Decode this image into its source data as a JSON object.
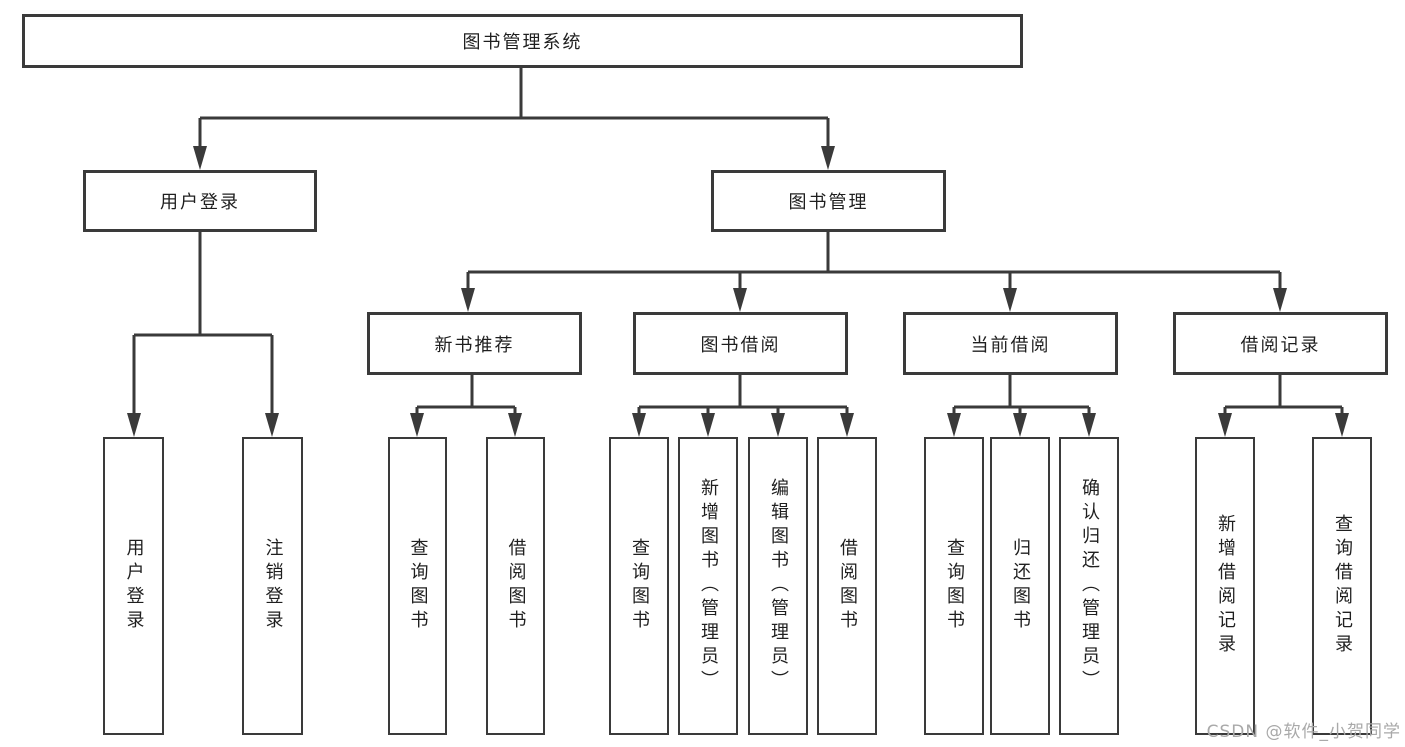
{
  "nodes": {
    "root": {
      "label": "图书管理系统"
    },
    "level2": [
      {
        "label": "用户登录"
      },
      {
        "label": "图书管理"
      }
    ],
    "level3": [
      {
        "label": "新书推荐"
      },
      {
        "label": "图书借阅"
      },
      {
        "label": "当前借阅"
      },
      {
        "label": "借阅记录"
      }
    ],
    "leaves": [
      {
        "label": "用户登录"
      },
      {
        "label": "注销登录"
      },
      {
        "label": "查询图书"
      },
      {
        "label": "借阅图书"
      },
      {
        "label": "查询图书"
      },
      {
        "label": "新增图书（管理员）"
      },
      {
        "label": "编辑图书（管理员）"
      },
      {
        "label": "借阅图书"
      },
      {
        "label": "查询图书"
      },
      {
        "label": "归还图书"
      },
      {
        "label": "确认归还（管理员）"
      },
      {
        "label": "新增借阅记录"
      },
      {
        "label": "查询借阅记录"
      }
    ]
  },
  "watermark": {
    "text": "CSDN @软件_小贺同学"
  },
  "colors": {
    "line": "#3a3a3a",
    "text": "#1f1f1f",
    "watermark": "#a9a9a9",
    "background": "#ffffff"
  }
}
